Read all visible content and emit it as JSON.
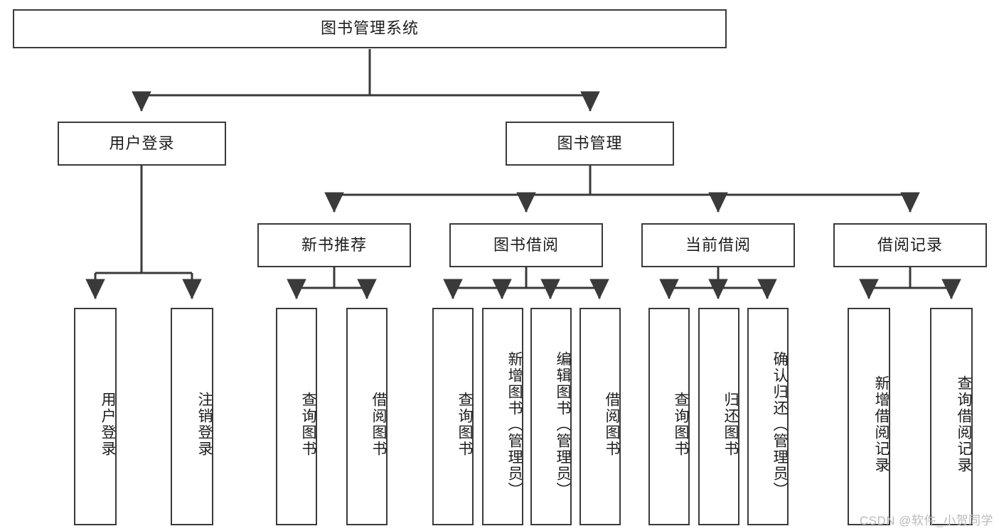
{
  "diagram": {
    "title": "图书管理系统",
    "type": "tree-structure-chart",
    "line_color": "#3a3a3a",
    "box_fill": "#ffffff",
    "text_color": "#1d1d1d"
  },
  "nodes": {
    "root": {
      "label": "图书管理系统"
    },
    "level2": [
      {
        "label": "用户登录"
      },
      {
        "label": "图书管理"
      }
    ],
    "level3": [
      {
        "label": "新书推荐"
      },
      {
        "label": "图书借阅"
      },
      {
        "label": "当前借阅"
      },
      {
        "label": "借阅记录"
      }
    ],
    "leaves": {
      "user_login": [
        {
          "label": "用户登录"
        },
        {
          "label": "注销登录"
        }
      ],
      "new_book_recommend": [
        {
          "label": "查询图书"
        },
        {
          "label": "借阅图书"
        }
      ],
      "book_borrow": [
        {
          "label": "查询图书"
        },
        {
          "label": "新增图书（管理员）"
        },
        {
          "label": "编辑图书（管理员）"
        },
        {
          "label": "借阅图书"
        }
      ],
      "current_borrow": [
        {
          "label": "查询图书"
        },
        {
          "label": "归还图书"
        },
        {
          "label": "确认归还（管理员）"
        }
      ],
      "borrow_record": [
        {
          "label": "新增借阅记录"
        },
        {
          "label": "查询借阅记录"
        }
      ]
    }
  },
  "watermark": {
    "text": "CSDN @软件_小贺同学"
  }
}
